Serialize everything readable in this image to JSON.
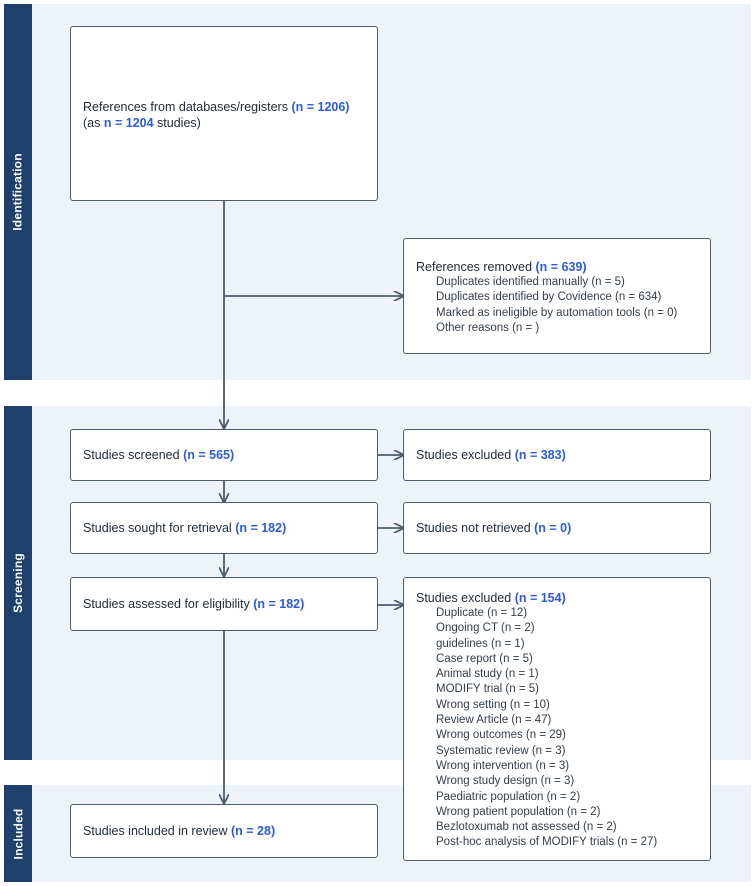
{
  "phases": {
    "identification": "Identification",
    "screening": "Screening",
    "included": "Included"
  },
  "references": {
    "label": "References from databases/registers",
    "n": "(n = 1206)",
    "line2_pre": "(as",
    "line2_n": "n = 1204",
    "line2_post": "studies)"
  },
  "removed": {
    "label": "References removed",
    "n": "(n = 639)",
    "items": [
      "Duplicates identified manually (n = 5)",
      "Duplicates identified by Covidence (n = 634)",
      "Marked as ineligible by automation tools (n = 0)",
      "Other reasons (n = )"
    ]
  },
  "screened": {
    "label": "Studies screened",
    "n": "(n = 565)"
  },
  "excluded_screen": {
    "label": "Studies excluded",
    "n": "(n = 383)"
  },
  "sought": {
    "label": "Studies sought for retrieval",
    "n": "(n = 182)"
  },
  "not_retrieved": {
    "label": "Studies not retrieved",
    "n": "(n = 0)"
  },
  "assessed": {
    "label": "Studies assessed for eligibility",
    "n": "(n = 182)"
  },
  "excluded_elig": {
    "label": "Studies excluded",
    "n": "(n = 154)",
    "items": [
      "Duplicate (n = 12)",
      "Ongoing CT (n = 2)",
      "guidelines (n = 1)",
      "Case report (n = 5)",
      "Animal study (n = 1)",
      "MODIFY trial (n = 5)",
      "Wrong setting (n = 10)",
      "Review Article (n = 47)",
      "Wrong outcomes (n = 29)",
      "Systematic review (n = 3)",
      "Wrong intervention (n = 3)",
      "Wrong study design (n = 3)",
      "Paediatric population (n = 2)",
      "Wrong patient population (n = 2)",
      "Bezlotoxumab not assessed (n = 2)",
      "Post-hoc analysis of MODIFY trials (n = 27)"
    ]
  },
  "included": {
    "label": "Studies included in review",
    "n": "(n = 28)"
  },
  "colors": {
    "phase_tab": "#1f3f6d",
    "phase_background": "#eef3fa",
    "count_highlight": "#2d5bd7",
    "connector": "#4c5a6e"
  }
}
